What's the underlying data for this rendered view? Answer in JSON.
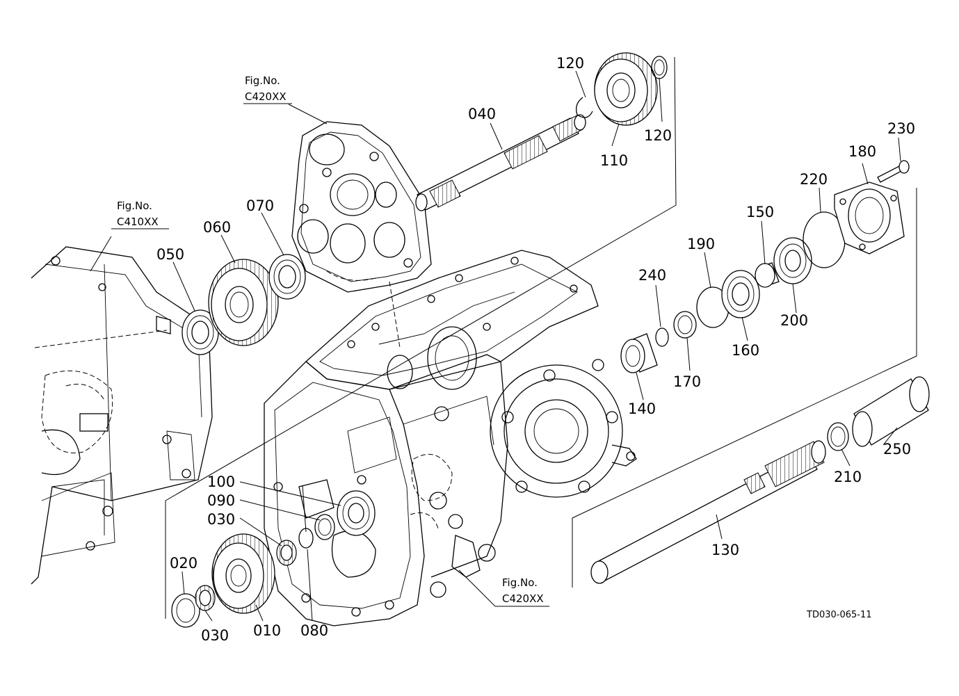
{
  "figure_code": "TD030-065-11",
  "fig_refs": [
    {
      "line1": "Fig.No.",
      "line2": "C420XX"
    },
    {
      "line1": "Fig.No.",
      "line2": "C410XX"
    },
    {
      "line1": "Fig.No.",
      "line2": "C420XX"
    }
  ],
  "callouts": [
    {
      "text": "120"
    },
    {
      "text": "040"
    },
    {
      "text": "110"
    },
    {
      "text": "120"
    },
    {
      "text": "230"
    },
    {
      "text": "180"
    },
    {
      "text": "220"
    },
    {
      "text": "150"
    },
    {
      "text": "190"
    },
    {
      "text": "240"
    },
    {
      "text": "200"
    },
    {
      "text": "160"
    },
    {
      "text": "170"
    },
    {
      "text": "140"
    },
    {
      "text": "070"
    },
    {
      "text": "060"
    },
    {
      "text": "050"
    },
    {
      "text": "250"
    },
    {
      "text": "210"
    },
    {
      "text": "130"
    },
    {
      "text": "100"
    },
    {
      "text": "090"
    },
    {
      "text": "030"
    },
    {
      "text": "020"
    },
    {
      "text": "030"
    },
    {
      "text": "010"
    },
    {
      "text": "080"
    }
  ]
}
